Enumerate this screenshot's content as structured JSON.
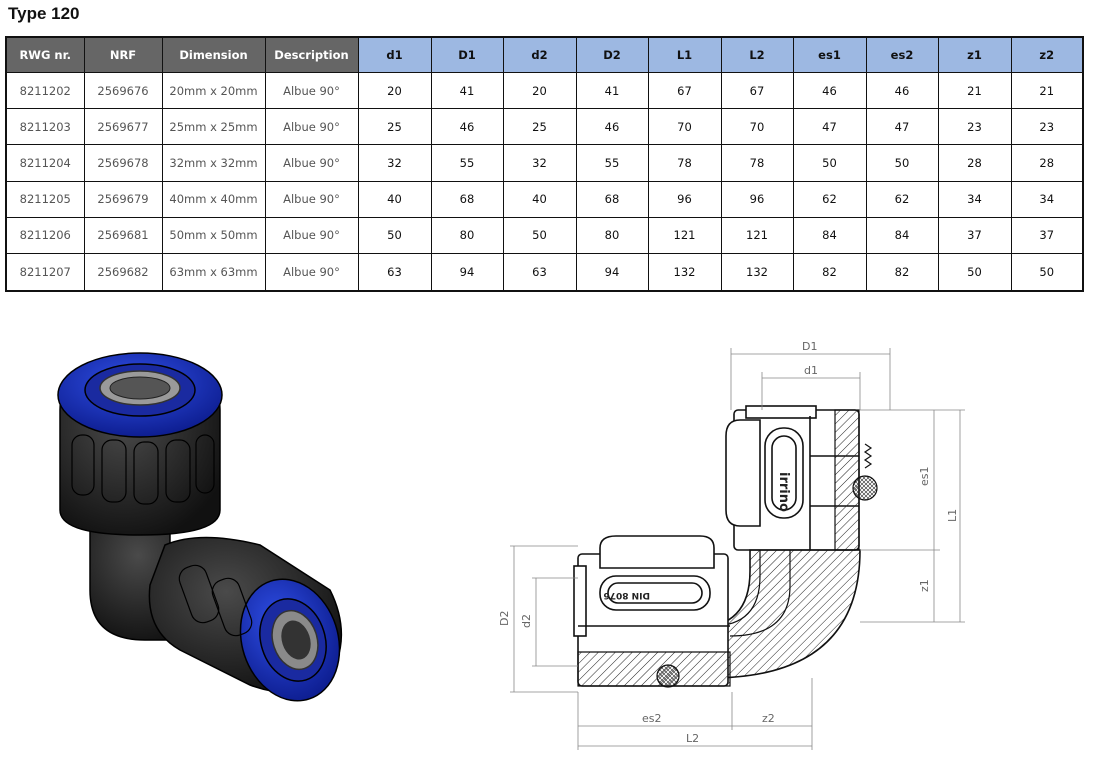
{
  "title": "Type 120",
  "table": {
    "headers": [
      "RWG nr.",
      "NRF",
      "Dimension",
      "Description",
      "d1",
      "D1",
      "d2",
      "D2",
      "L1",
      "L2",
      "es1",
      "es2",
      "z1",
      "z2"
    ],
    "header_colors": {
      "meta": "#666666",
      "dims": "#9db8e2"
    },
    "rows": [
      [
        "8211202",
        "2569676",
        "20mm x 20mm",
        "Albue 90°",
        "20",
        "41",
        "20",
        "41",
        "67",
        "67",
        "46",
        "46",
        "21",
        "21"
      ],
      [
        "8211203",
        "2569677",
        "25mm x 25mm",
        "Albue 90°",
        "25",
        "46",
        "25",
        "46",
        "70",
        "70",
        "47",
        "47",
        "23",
        "23"
      ],
      [
        "8211204",
        "2569678",
        "32mm x 32mm",
        "Albue 90°",
        "32",
        "55",
        "32",
        "55",
        "78",
        "78",
        "50",
        "50",
        "28",
        "28"
      ],
      [
        "8211205",
        "2569679",
        "40mm x 40mm",
        "Albue 90°",
        "40",
        "68",
        "40",
        "68",
        "96",
        "96",
        "62",
        "62",
        "34",
        "34"
      ],
      [
        "8211206",
        "2569681",
        "50mm x 50mm",
        "Albue 90°",
        "50",
        "80",
        "50",
        "80",
        "121",
        "121",
        "84",
        "84",
        "37",
        "37"
      ],
      [
        "8211207",
        "2569682",
        "63mm x 63mm",
        "Albue 90°",
        "63",
        "94",
        "63",
        "94",
        "132",
        "132",
        "82",
        "82",
        "50",
        "50"
      ]
    ]
  },
  "drawing": {
    "labels": {
      "D1": "D1",
      "d1": "d1",
      "es1": "es1",
      "L1": "L1",
      "z1": "z1",
      "D2": "D2",
      "d2": "d2",
      "es2": "es2",
      "z2": "z2",
      "L2": "L2"
    },
    "logo_text": "irrino",
    "stamp_text": "DIN 8076"
  }
}
